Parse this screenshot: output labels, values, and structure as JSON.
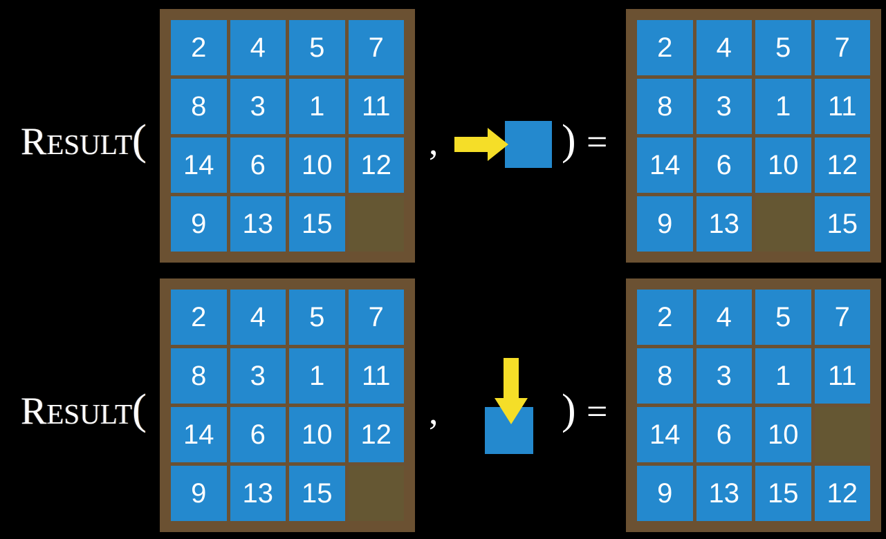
{
  "page": {
    "background_color": "#000000",
    "tile_color": "#2489ce",
    "board_color": "#6b5132",
    "empty_slot_color": "#655733",
    "arrow_color": "#f5de28",
    "text_color": "#ffffff"
  },
  "rows": [
    {
      "id": "row-1",
      "label": {
        "first_letter": "R",
        "rest": "ESULT",
        "open_paren": "("
      },
      "comma": ",",
      "close_paren": ")",
      "equals": "=",
      "move": {
        "direction": "right",
        "icon_name": "arrow-right-icon",
        "tile_label": ""
      },
      "input_board": {
        "name": "input-board-1",
        "grid": [
          [
            "2",
            "4",
            "5",
            "7"
          ],
          [
            "8",
            "3",
            "1",
            "11"
          ],
          [
            "14",
            "6",
            "10",
            "12"
          ],
          [
            "9",
            "13",
            "15",
            ""
          ]
        ]
      },
      "output_board": {
        "name": "output-board-1",
        "grid": [
          [
            "2",
            "4",
            "5",
            "7"
          ],
          [
            "8",
            "3",
            "1",
            "11"
          ],
          [
            "14",
            "6",
            "10",
            "12"
          ],
          [
            "9",
            "13",
            "",
            "15"
          ]
        ]
      }
    },
    {
      "id": "row-2",
      "label": {
        "first_letter": "R",
        "rest": "ESULT",
        "open_paren": "("
      },
      "comma": ",",
      "close_paren": ")",
      "equals": "=",
      "move": {
        "direction": "down",
        "icon_name": "arrow-down-icon",
        "tile_label": ""
      },
      "input_board": {
        "name": "input-board-2",
        "grid": [
          [
            "2",
            "4",
            "5",
            "7"
          ],
          [
            "8",
            "3",
            "1",
            "11"
          ],
          [
            "14",
            "6",
            "10",
            "12"
          ],
          [
            "9",
            "13",
            "15",
            ""
          ]
        ]
      },
      "output_board": {
        "name": "output-board-2",
        "grid": [
          [
            "2",
            "4",
            "5",
            "7"
          ],
          [
            "8",
            "3",
            "1",
            "11"
          ],
          [
            "14",
            "6",
            "10",
            ""
          ],
          [
            "9",
            "13",
            "15",
            "12"
          ]
        ]
      }
    }
  ]
}
